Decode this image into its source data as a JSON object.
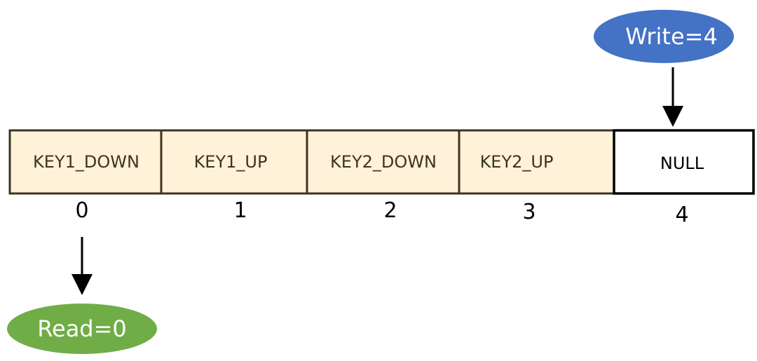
{
  "buffer": {
    "cells": [
      {
        "label": "KEY1_DOWN",
        "index": "0",
        "filled": true
      },
      {
        "label": "KEY1_UP",
        "index": "1",
        "filled": true
      },
      {
        "label": "KEY2_DOWN",
        "index": "2",
        "filled": true
      },
      {
        "label": "KEY2_UP",
        "index": "3",
        "filled": true
      },
      {
        "label": "NULL",
        "index": "4",
        "filled": false
      }
    ]
  },
  "pointers": {
    "write": {
      "label": "Write=4",
      "color": "#4472c4"
    },
    "read": {
      "label": "Read=0",
      "color": "#70ad47"
    }
  },
  "colors": {
    "filled_cell": "#fff2d9",
    "cell_border": "#3d3420"
  }
}
